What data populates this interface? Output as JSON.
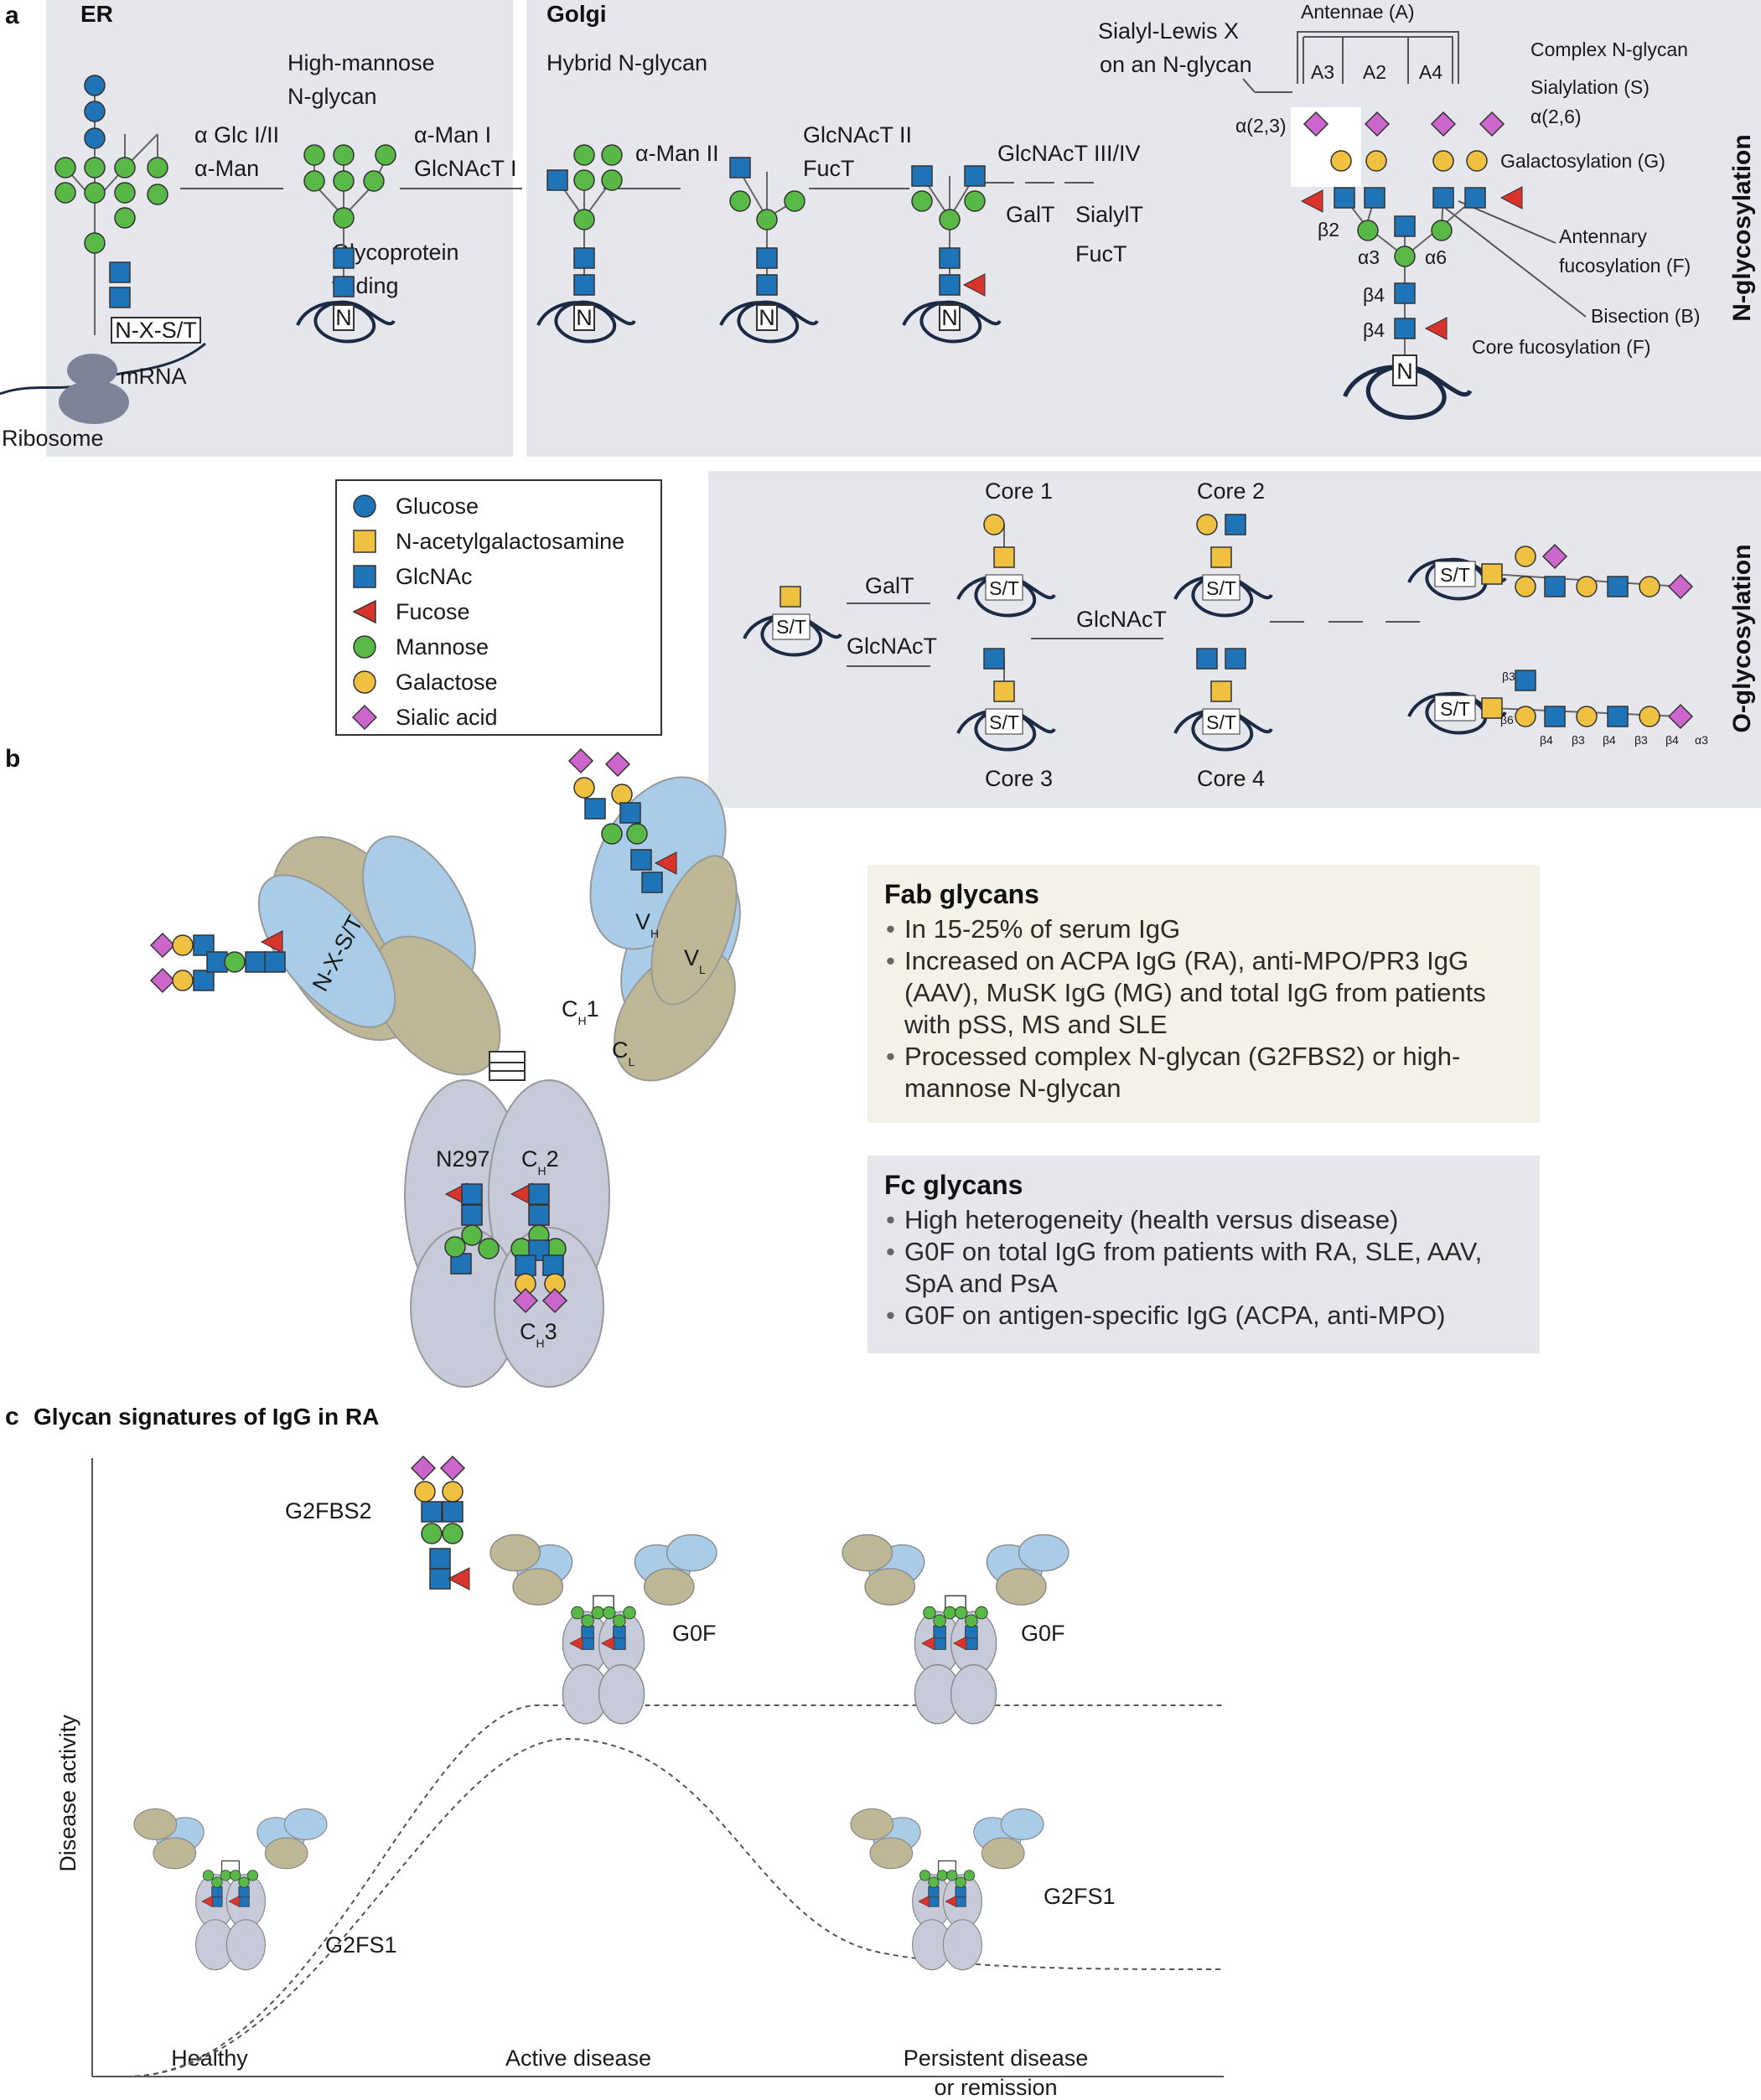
{
  "panels": {
    "a": "a",
    "b": "b",
    "c": "c",
    "c_title": "Glycan signatures of IgG in RA"
  },
  "side_labels": {
    "n": "N-glycosylation",
    "o": "O-glycosylation"
  },
  "panel_a": {
    "er": "ER",
    "golgi": "Golgi",
    "high_mannose": [
      "High-mannose",
      "N-glycan"
    ],
    "hybrid": "Hybrid N-glycan",
    "step1": [
      "α Glc I/II",
      "α-Man"
    ],
    "step2": [
      "α-Man I",
      "GlcNAcT I"
    ],
    "step3": "α-Man II",
    "step4": [
      "GlcNAcT II",
      "FucT"
    ],
    "step5": [
      "GlcNAcT III/IV",
      "GalT",
      "SialylT",
      "FucT"
    ],
    "folding": [
      "Glycoprotein",
      "folding"
    ],
    "sequon": "N-X-S/T",
    "n": "N",
    "mrna": "mRNA",
    "ribosome": "Ribosome",
    "sialyl_lewis": [
      "Sialyl-Lewis X",
      "on an N-glycan"
    ],
    "antennae": "Antennae (A)",
    "a3": "A3",
    "a2": "A2",
    "a4": "A4",
    "complex": "Complex N-glycan",
    "sialylation": "Sialylation (S)",
    "a26": "α(2,6)",
    "a23": "α(2,3)",
    "galactosylation": "Galactosylation (G)",
    "antennary_fuc": [
      "Antennary",
      "fucosylation (F)"
    ],
    "bisection": "Bisection (B)",
    "core_fuc": "Core fucosylation (F)",
    "b2": "β2",
    "al3": "α3",
    "al6": "α6",
    "b4a": "β4",
    "b4b": "β4"
  },
  "legend": [
    {
      "label": "Glucose",
      "shape": "circle",
      "color": "#1f73b7"
    },
    {
      "label": "N-acetylgalactosamine",
      "shape": "square",
      "color": "#f0c040"
    },
    {
      "label": "GlcNAc",
      "shape": "square",
      "color": "#1f73b7"
    },
    {
      "label": "Fucose",
      "shape": "triangle",
      "color": "#d9342b"
    },
    {
      "label": "Mannose",
      "shape": "circle",
      "color": "#58b947"
    },
    {
      "label": "Galactose",
      "shape": "circle",
      "color": "#f0c040"
    },
    {
      "label": "Sialic acid",
      "shape": "diamond",
      "color": "#cc66cc"
    }
  ],
  "o_glyco": {
    "core1": "Core 1",
    "core2": "Core 2",
    "core3": "Core 3",
    "core4": "Core 4",
    "galt": "GalT",
    "glcnact": "GlcNAcT",
    "glcnact2": "GlcNAcT",
    "st": "S/T",
    "b3": "β3",
    "b6": "β6",
    "chain_links": [
      "β4",
      "β3",
      "β4",
      "β3",
      "β4",
      "α3"
    ]
  },
  "panel_b": {
    "nxst": "N-X-S/T",
    "vh": "V",
    "vh_sub": "H",
    "vl": "V",
    "vl_sub": "L",
    "ch1": "C",
    "ch1_sub": "H",
    "ch1_suf": "1",
    "cl": "C",
    "cl_sub": "L",
    "n297": "N297",
    "ch2": "C",
    "ch2_sub": "H",
    "ch2_suf": "2",
    "ch3": "C",
    "ch3_sub": "H",
    "ch3_suf": "3",
    "fab_title": "Fab glycans",
    "fab_items": [
      "In 15-25% of serum IgG",
      "Increased on ACPA IgG (RA), anti-MPO/PR3 IgG (AAV), MuSK IgG (MG) and total IgG from patients with pSS, MS and SLE",
      "Processed complex N-glycan (G2FBS2) or high-mannose N-glycan"
    ],
    "fc_title": "Fc glycans",
    "fc_items": [
      "High heterogeneity (health versus disease)",
      "G0F on total IgG from patients with RA, SLE, AAV, SpA and PsA",
      "G0F on antigen-specific IgG (ACPA, anti-MPO)"
    ],
    "colors": {
      "fab_bg": "#f4f1e8",
      "fc_bg": "#e6e7ec",
      "heavy": "#a9cde8",
      "light": "#bdb796",
      "fc": "#c7cad8"
    }
  },
  "panel_c": {
    "ylabel": "Disease activity",
    "x_labels": [
      "Healthy",
      "Active disease",
      "Persistent disease",
      "or remission"
    ],
    "g2fbs2": "G2FBS2",
    "g0f_1": "G0F",
    "g0f_2": "G0F",
    "g2fs1_1": "G2FS1",
    "g2fs1_2": "G2FS1"
  }
}
